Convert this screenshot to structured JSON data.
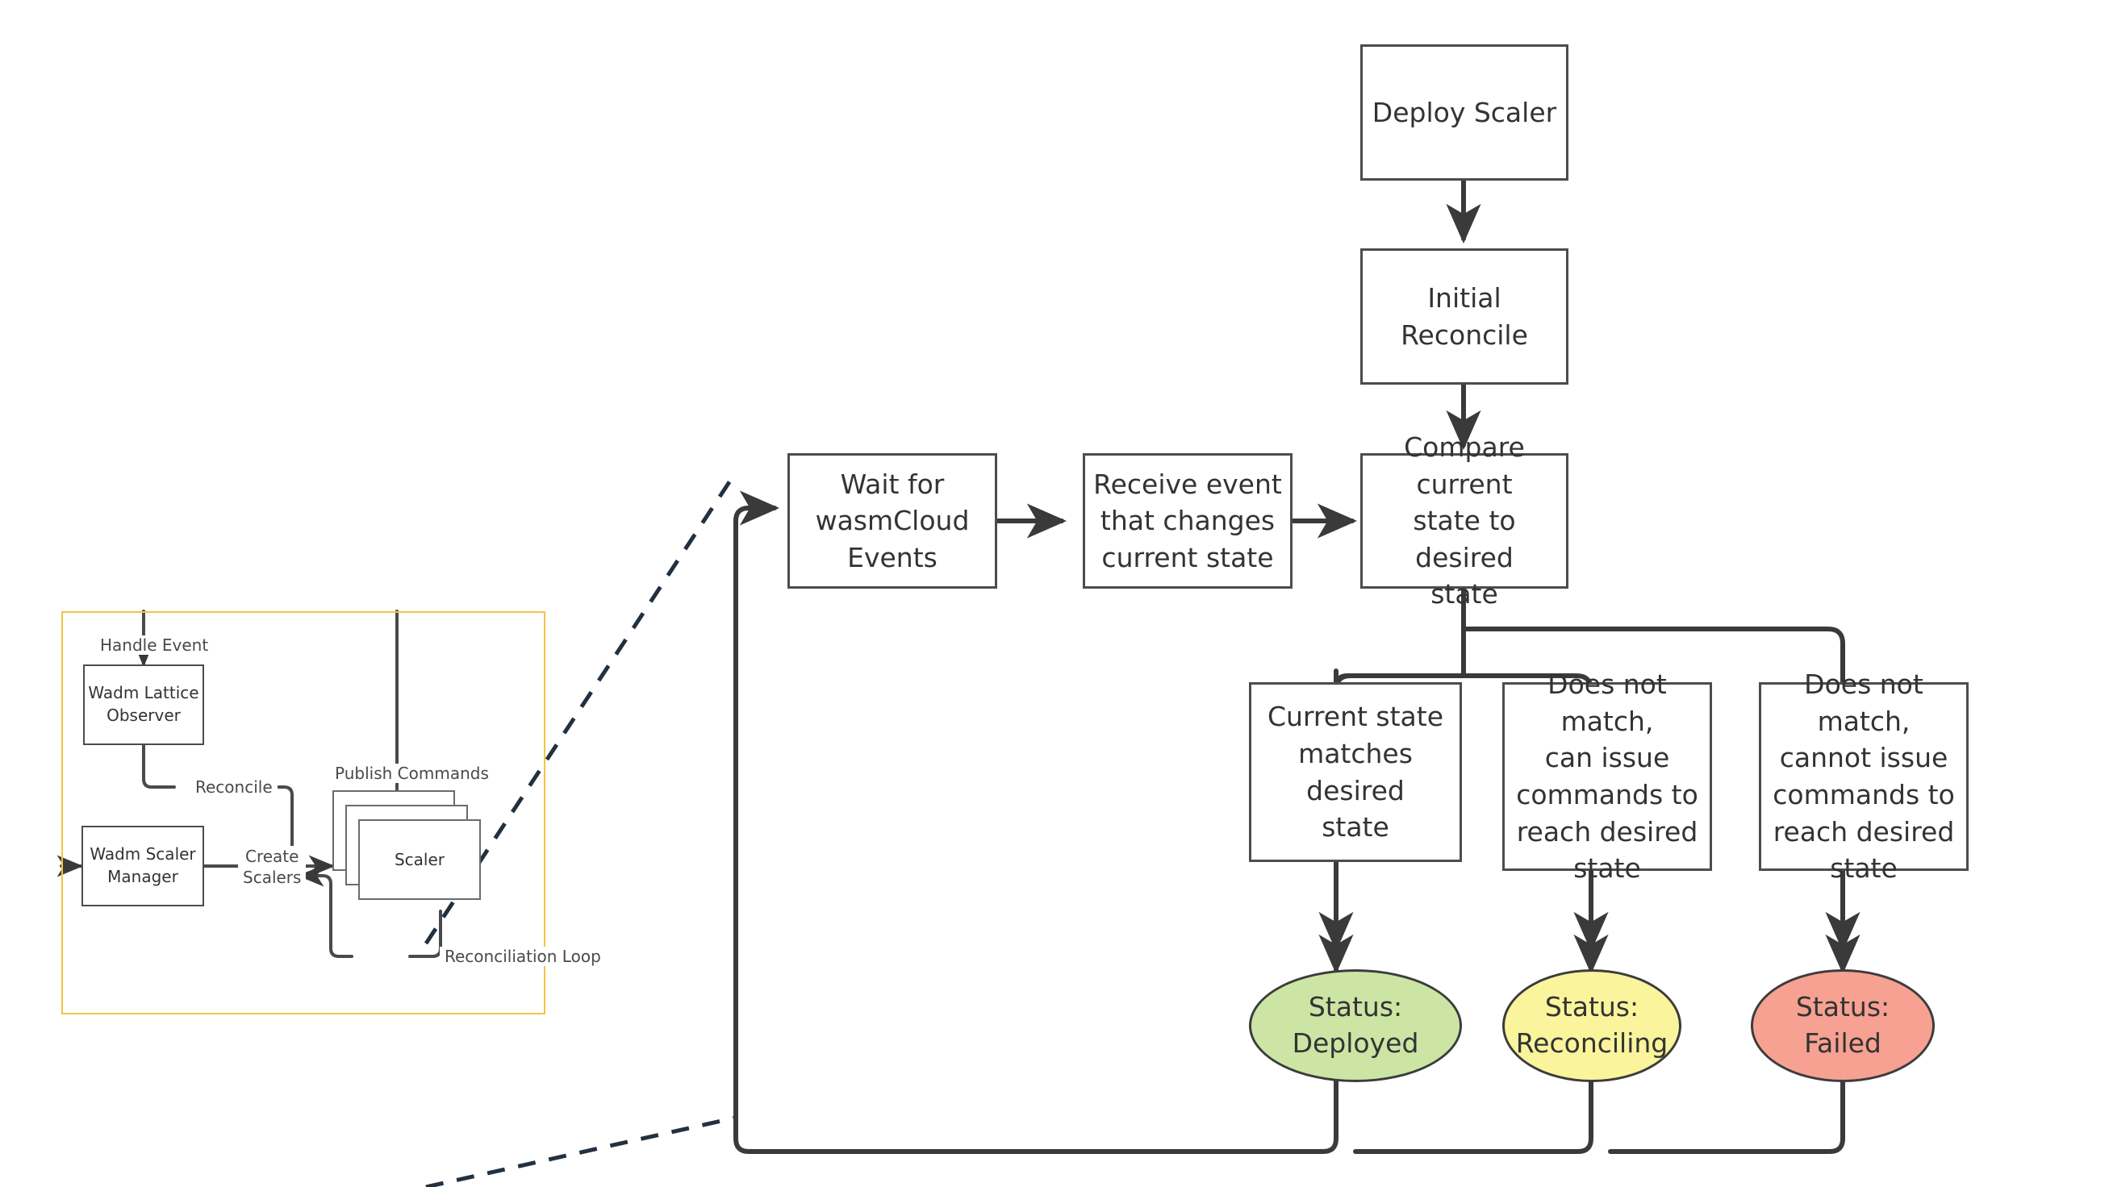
{
  "diagram": {
    "title": "wadm scaler reconciliation flow",
    "colors": {
      "stroke": "#4c4c4c",
      "stroke_dark": "#333333",
      "group_frame": "#f6c344",
      "dashed_connector": "#22303f",
      "status_deployed_fill": "#cce5a4",
      "status_reconciling_fill": "#faf49c",
      "status_failed_fill": "#f7a192",
      "background": "#ffffff"
    }
  },
  "left_panel": {
    "frame_label": "wadm-internal-group",
    "nodes": {
      "lattice_observer": "Wadm Lattice\nObserver",
      "scaler_manager": "Wadm Scaler\nManager",
      "scaler_stack": "Scaler"
    },
    "edge_labels": {
      "handle_event": "Handle Event",
      "reconcile": "Reconcile",
      "create_scalers": "Create\nScalers",
      "publish_commands": "Publish Commands",
      "reconciliation_loop": "Reconciliation Loop"
    }
  },
  "right_panel": {
    "nodes": {
      "deploy_scaler": "Deploy Scaler",
      "initial_reconcile": "Initial Reconcile",
      "wait_for_events": "Wait for\nwasmCloud\nEvents",
      "receive_event": "Receive event\nthat changes\ncurrent state",
      "compare_state": "Compare current\nstate to desired\nstate",
      "branch_match": "Current state\nmatches desired\nstate",
      "branch_can_issue": "Does not match,\ncan issue\ncommands to\nreach desired\nstate",
      "branch_cannot_issue": "Does not match,\ncannot issue\ncommands to\nreach desired\nstate"
    },
    "statuses": [
      {
        "label": "Status:\nDeployed",
        "name": "status-deployed"
      },
      {
        "label": "Status:\nReconciling",
        "name": "status-reconciling"
      },
      {
        "label": "Status: Failed",
        "name": "status-failed"
      }
    ]
  }
}
